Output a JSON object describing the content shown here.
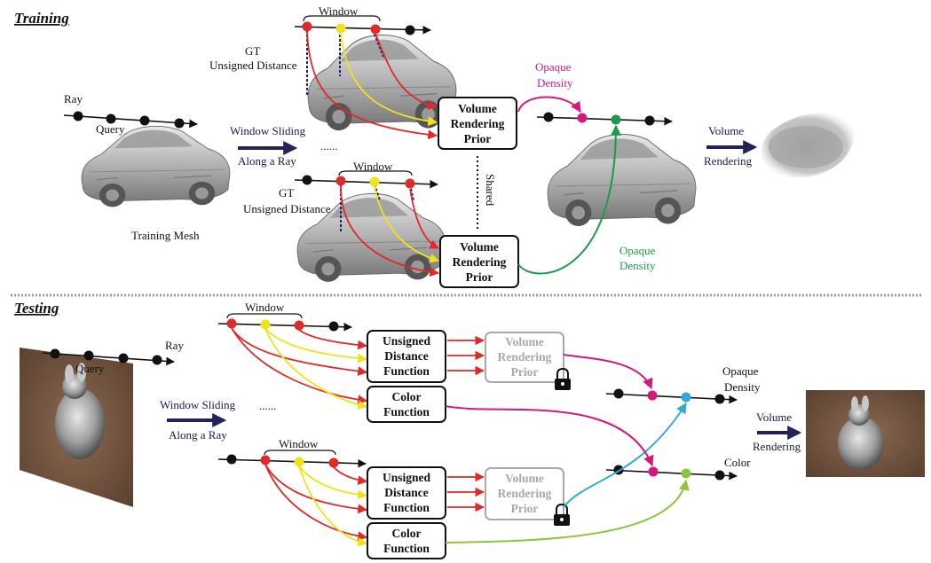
{
  "training": {
    "section_title": "Training",
    "ray_label": "Ray",
    "query_label": "Query",
    "mesh_label": "Training Mesh",
    "window_sliding_1": "Window Sliding",
    "window_sliding_2": "Along a Ray",
    "window_label": "Window",
    "gt_1": "GT",
    "gt_2": "Unsigned Distance",
    "ellipsis": "......",
    "prior_box": [
      "Volume",
      "Rendering",
      "Prior"
    ],
    "shared_label": "Shared",
    "opaque_1": "Opaque",
    "density_1": "Density",
    "volume_1": "Volume",
    "rendering_1": "Rendering"
  },
  "testing": {
    "section_title": "Testing",
    "ray_label": "Ray",
    "query_label": "Query",
    "window_sliding_1": "Window Sliding",
    "window_sliding_2": "Along a Ray",
    "window_label": "Window",
    "ellipsis": "......",
    "udf_box": [
      "Unsigned",
      "Distance",
      "Function"
    ],
    "color_box": [
      "Color",
      "Function"
    ],
    "prior_box": [
      "Volume",
      "Rendering",
      "Prior"
    ],
    "opaque_label": "Opaque",
    "density_label": "Density",
    "color_label": "Color",
    "volume_label": "Volume",
    "rendering_label": "Rendering"
  },
  "colors": {
    "red": "#e02a2a",
    "yellow": "#f2e21a",
    "magenta": "#d4197e",
    "green": "#1d9a4a",
    "blue": "#35a8d8",
    "lightgreen": "#8cc63f",
    "navy": "#23235a",
    "gray": "#a8a8a8"
  }
}
